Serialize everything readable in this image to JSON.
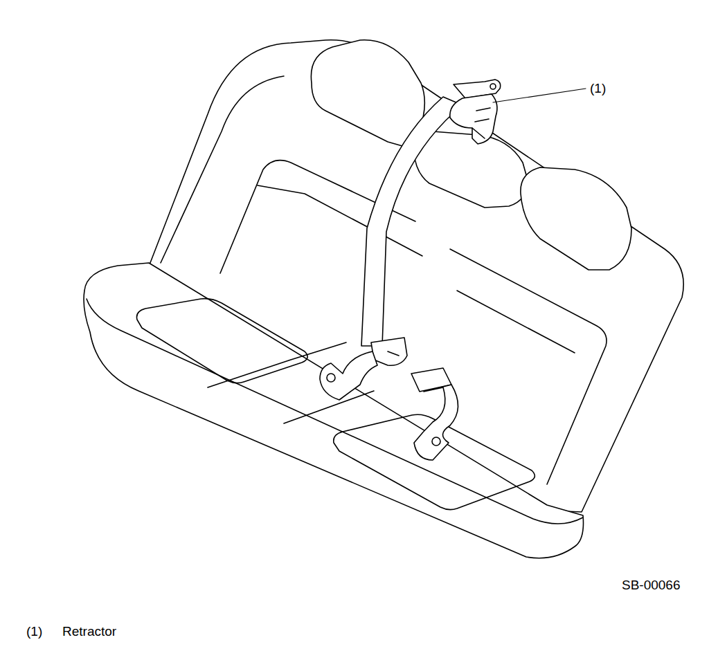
{
  "diagram": {
    "labels": [
      "(1)",
      "SB-00066",
      "(1)",
      "Retractor"
    ]
  }
}
